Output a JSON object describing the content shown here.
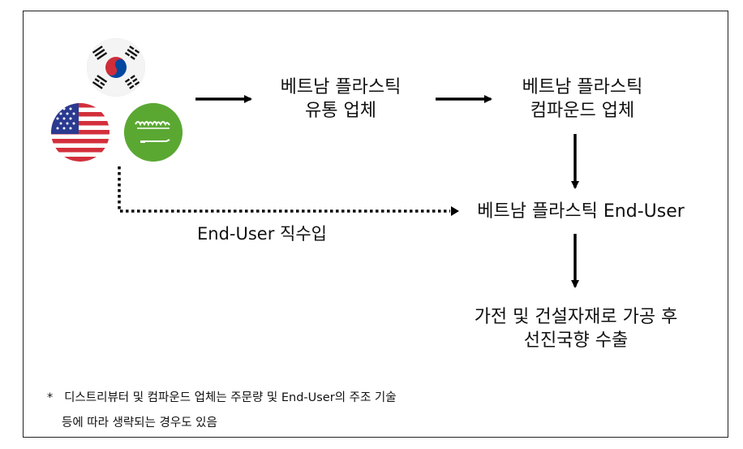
{
  "sources": {
    "flags": [
      {
        "country": "South Korea",
        "icon": "korea-flag-icon"
      },
      {
        "country": "United States",
        "icon": "usa-flag-icon"
      },
      {
        "country": "Saudi Arabia",
        "icon": "saudi-flag-icon"
      }
    ]
  },
  "nodes": {
    "distributor": {
      "line1": "베트남 플라스틱",
      "line2": "유통 업체"
    },
    "compounder": {
      "line1": "베트남 플라스틱",
      "line2": "컴파운드 업체"
    },
    "end_user": {
      "line1": "베트남 플라스틱 End-User"
    },
    "export": {
      "line1": "가전 및 건설자재로 가공 후",
      "line2": "선진국향 수출"
    }
  },
  "edges": {
    "direct_import_label": "End-User 직수입"
  },
  "footnote": {
    "marker": "*",
    "line1": "디스트리뷰터 및 컴파운드 업체는 주문량 및 End-User의 주조 기술",
    "line2": "등에 따라 생략되는 경우도 있음"
  },
  "colors": {
    "korea_red": "#cd2e3a",
    "korea_blue": "#0047a0",
    "usa_red": "#d32f3c",
    "usa_blue": "#2a3a8f",
    "saudi_green": "#5aa832",
    "arrow": "#000000"
  }
}
